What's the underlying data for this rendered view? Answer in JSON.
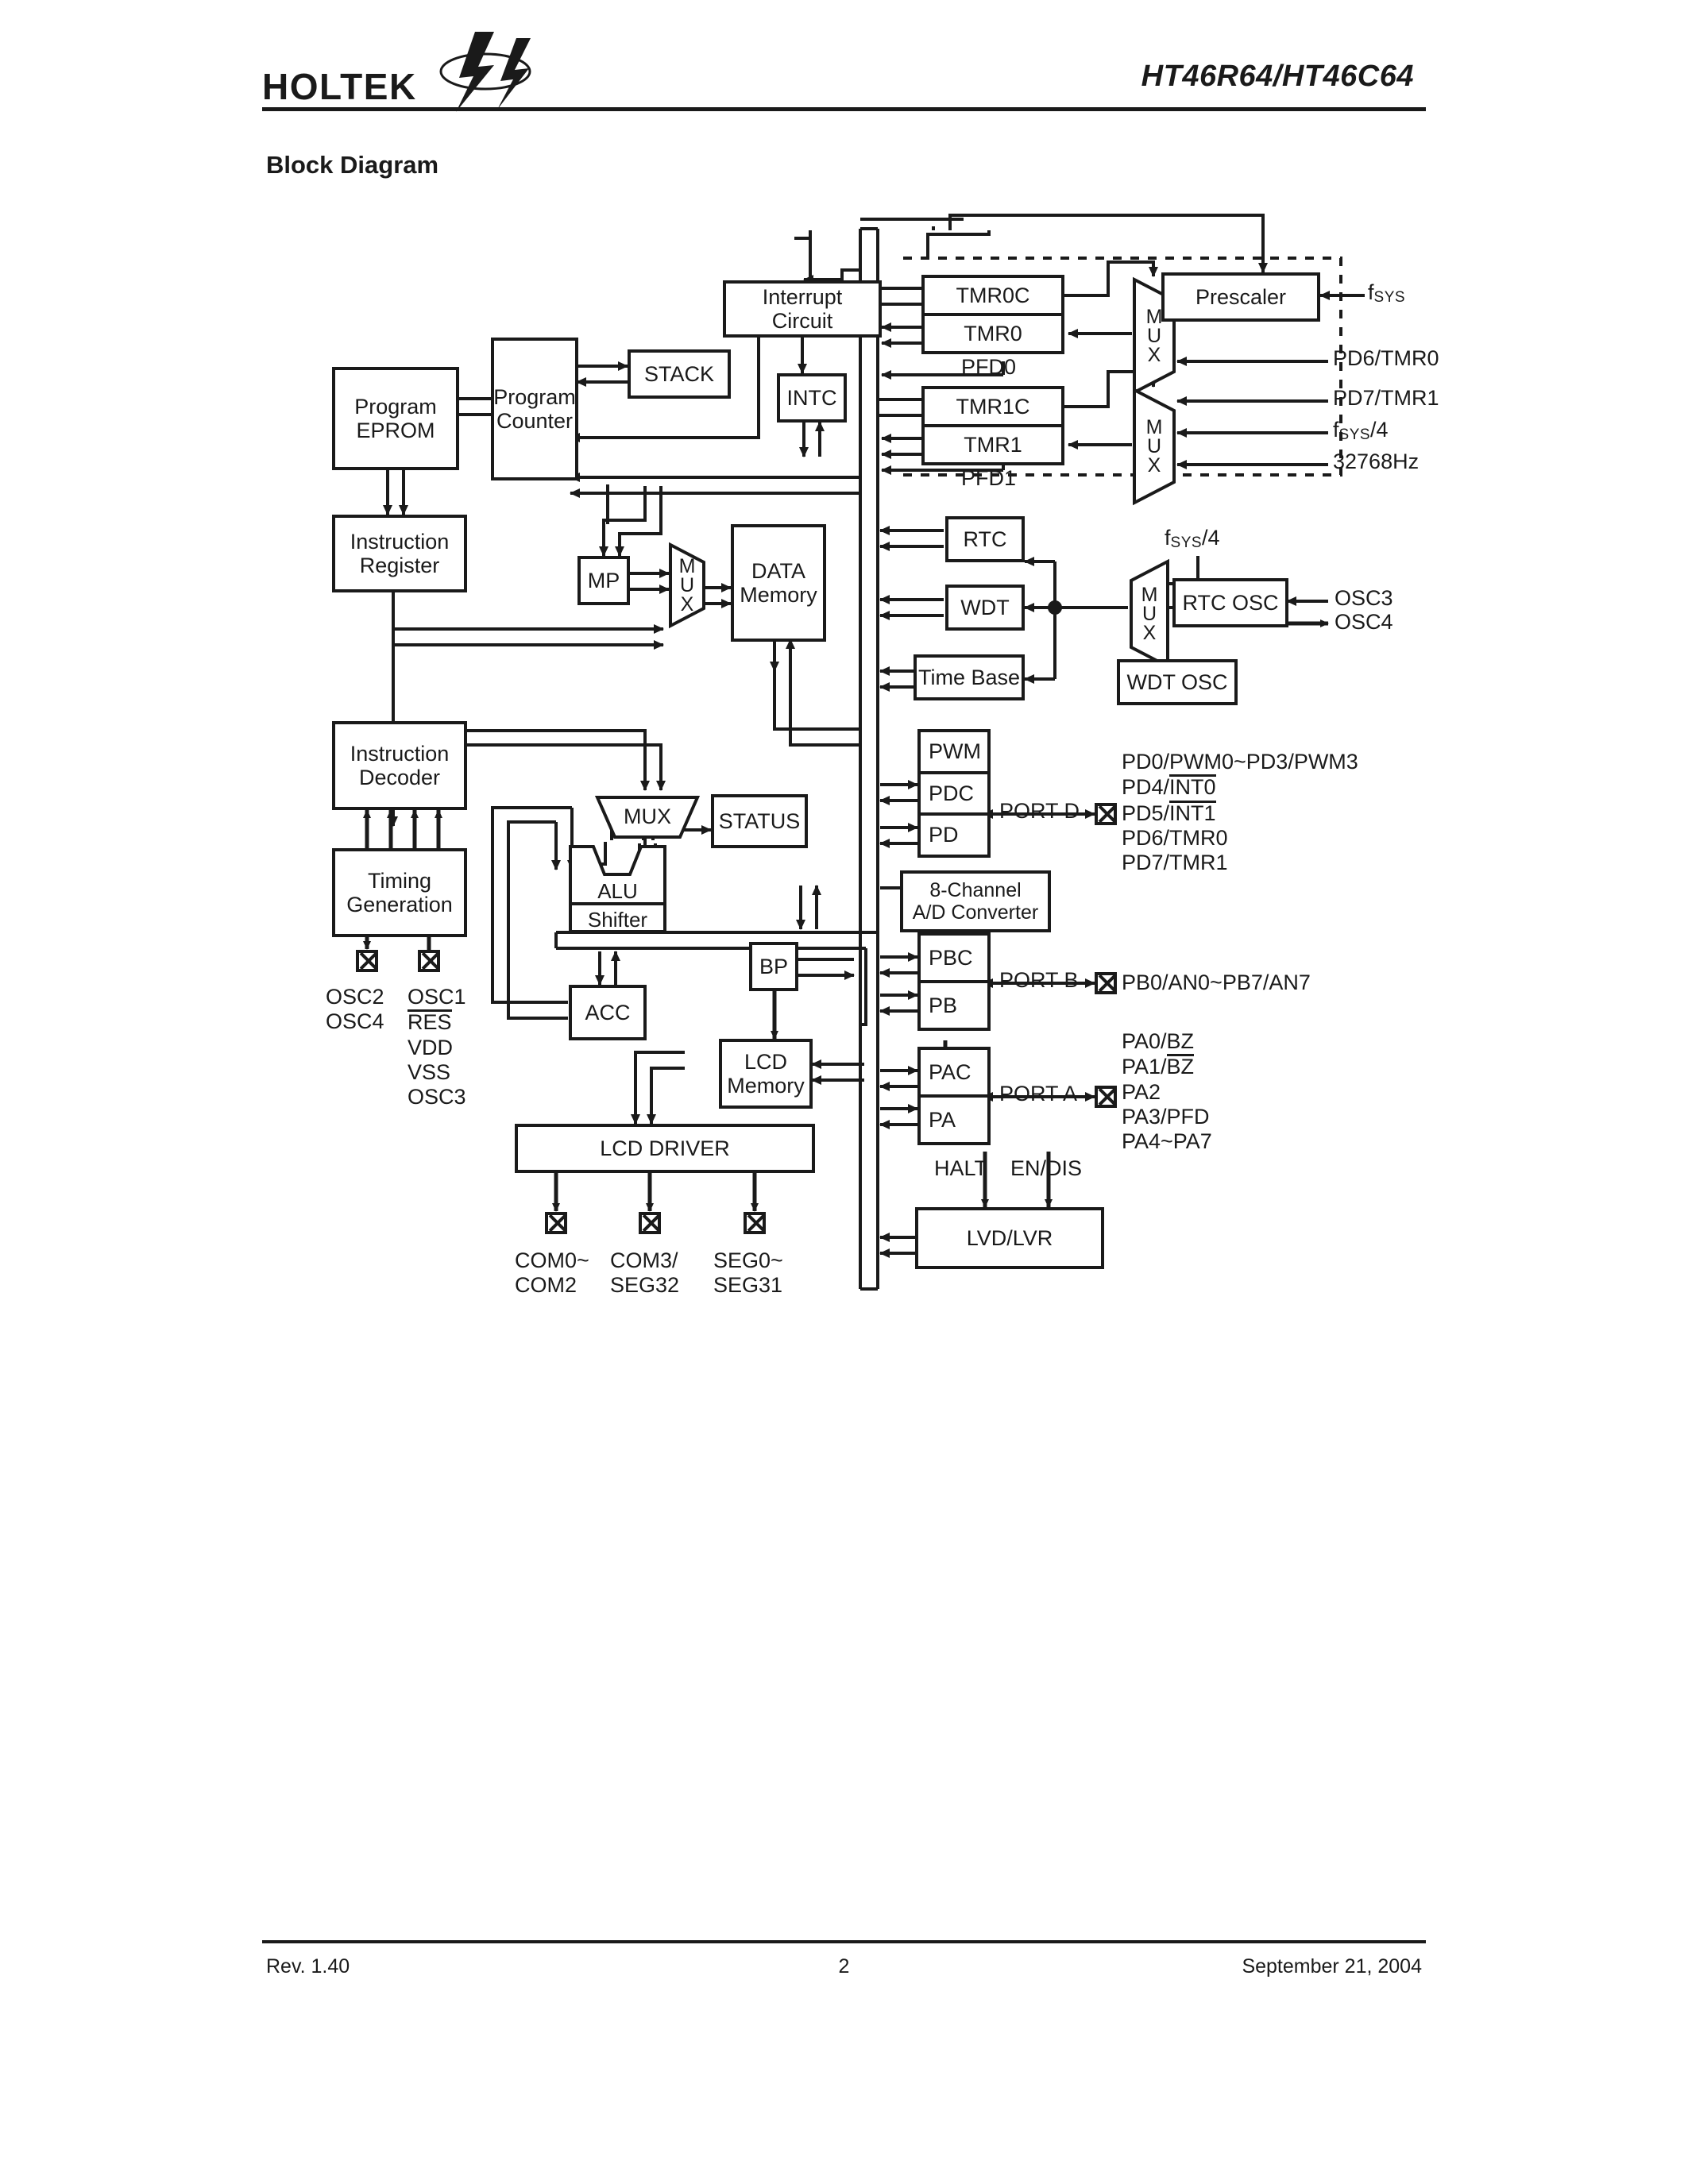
{
  "header": {
    "logo_text": "HOLTEK",
    "logo_icon": "holtek-lightning-logo",
    "doc_title": "HT46R64/HT46C64"
  },
  "section": {
    "title": "Block Diagram"
  },
  "footer": {
    "revision": "Rev. 1.40",
    "page_number": "2",
    "date": "September 21, 2004"
  },
  "diagram": {
    "blocks": {
      "interrupt_circuit": "Interrupt\nCircuit",
      "interrupt_circuit_l1": "Interrupt",
      "interrupt_circuit_l2": "Circuit",
      "intc": "INTC",
      "stack": "STACK",
      "program_counter_l1": "Program",
      "program_counter_l2": "Counter",
      "program_eprom_l1": "Program",
      "program_eprom_l2": "EPROM",
      "instruction_register_l1": "Instruction",
      "instruction_register_l2": "Register",
      "instruction_decoder_l1": "Instruction",
      "instruction_decoder_l2": "Decoder",
      "timing_generation_l1": "Timing",
      "timing_generation_l2": "Generation",
      "mp": "MP",
      "data_memory_l1": "DATA",
      "data_memory_l2": "Memory",
      "mux_label": "MUX",
      "mux_vertical": "M\nU\nX",
      "alu": "ALU",
      "shifter": "Shifter",
      "status": "STATUS",
      "acc": "ACC",
      "bp": "BP",
      "lcd_memory_l1": "LCD",
      "lcd_memory_l2": "Memory",
      "lcd_driver": "LCD DRIVER",
      "tmr0c": "TMR0C",
      "tmr0": "TMR0",
      "tmr1c": "TMR1C",
      "tmr1": "TMR1",
      "prescaler": "Prescaler",
      "rtc": "RTC",
      "wdt": "WDT",
      "time_base": "Time Base",
      "rtc_osc": "RTC OSC",
      "wdt_osc": "WDT OSC",
      "pwm": "PWM",
      "pdc": "PDC",
      "pd": "PD",
      "adc_l1": "8-Channel",
      "adc_l2": "A/D Converter",
      "pbc": "PBC",
      "pb": "PB",
      "pac": "PAC",
      "pa": "PA",
      "lvd_lvr": "LVD/LVR"
    },
    "signal_labels": {
      "pfd0": "PFD0",
      "pfd1": "PFD1",
      "fsys": "f",
      "fsys_sub": "SYS",
      "pd6_tmr0": "PD6/TMR0",
      "pd7_tmr1": "PD7/TMR1",
      "fsys_div4": "/4",
      "hz32768": "32768Hz",
      "fsys4_top": "f",
      "osc3": "OSC3",
      "osc4": "OSC4",
      "port_d": "PORT D",
      "port_b": "PORT B",
      "port_a": "PORT A",
      "halt": "HALT",
      "en_dis": "EN/DIS"
    },
    "pin_groups": {
      "port_d_pins": [
        {
          "pre": "PD0/PWM0~PD3/PWM3",
          "bar": "",
          "post": ""
        },
        {
          "pre": "PD4/",
          "bar": "INT0",
          "post": ""
        },
        {
          "pre": "PD5/",
          "bar": "INT1",
          "post": ""
        },
        {
          "pre": "PD6/TMR0",
          "bar": "",
          "post": ""
        },
        {
          "pre": "PD7/TMR1",
          "bar": "",
          "post": ""
        }
      ],
      "port_b_pins": [
        {
          "pre": "PB0/AN0~PB7/AN7",
          "bar": "",
          "post": ""
        }
      ],
      "port_a_pins": [
        {
          "pre": "PA0/BZ",
          "bar": "",
          "post": ""
        },
        {
          "pre": "PA1/",
          "bar": "BZ",
          "post": ""
        },
        {
          "pre": "PA2",
          "bar": "",
          "post": ""
        },
        {
          "pre": "PA3/PFD",
          "bar": "",
          "post": ""
        },
        {
          "pre": "PA4~PA7",
          "bar": "",
          "post": ""
        }
      ],
      "osc_left": [
        {
          "pre": "OSC2",
          "bar": "",
          "post": ""
        },
        {
          "pre": "OSC4",
          "bar": "",
          "post": ""
        }
      ],
      "osc_right": [
        {
          "pre": "OSC1",
          "bar": "",
          "post": ""
        },
        {
          "pre": "",
          "bar": "RES",
          "post": ""
        },
        {
          "pre": "VDD",
          "bar": "",
          "post": ""
        },
        {
          "pre": "VSS",
          "bar": "",
          "post": ""
        },
        {
          "pre": "OSC3",
          "bar": "",
          "post": ""
        }
      ],
      "lcd_pins": [
        {
          "l1": "COM0~",
          "l2": "COM2"
        },
        {
          "l1": "COM3/",
          "l2": "SEG32"
        },
        {
          "l1": "SEG0~",
          "l2": "SEG31"
        }
      ]
    }
  },
  "colors": {
    "ink": "#1a1a1a",
    "paper": "#ffffff"
  }
}
